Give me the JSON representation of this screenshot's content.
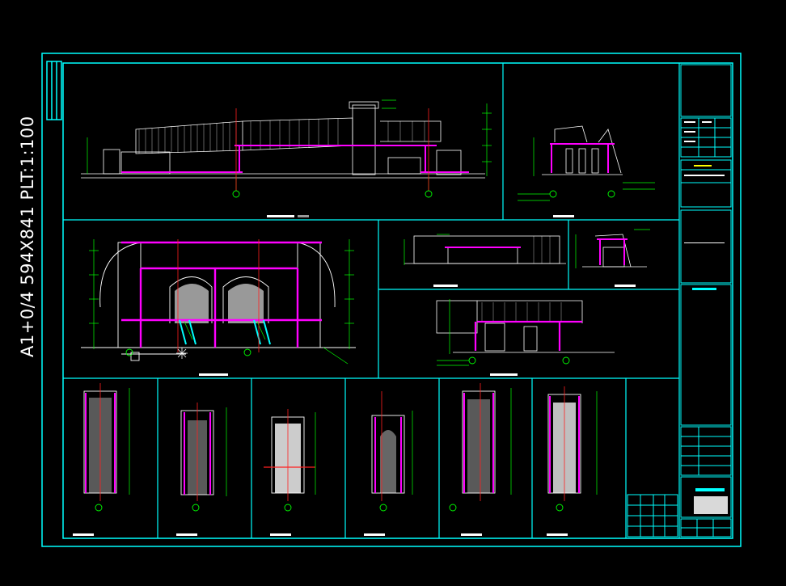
{
  "sheet": {
    "label": "A1+0/4  594X841   PLT:1:100"
  },
  "colors": {
    "background": "#000000",
    "frame": "#00ffff",
    "line": "#ffffff",
    "accent": "#ff00ff",
    "dimension": "#00ff00",
    "axis": "#ff2020"
  },
  "panels": [
    {
      "id": "elevation-main"
    },
    {
      "id": "elevation-side-small"
    },
    {
      "id": "section-arch"
    },
    {
      "id": "elevation-mid-top"
    },
    {
      "id": "elevation-mid-right"
    },
    {
      "id": "elevation-mid-bottom"
    },
    {
      "id": "pillar-1"
    },
    {
      "id": "pillar-2"
    },
    {
      "id": "pillar-3"
    },
    {
      "id": "pillar-4"
    },
    {
      "id": "pillar-5"
    },
    {
      "id": "pillar-6"
    }
  ]
}
